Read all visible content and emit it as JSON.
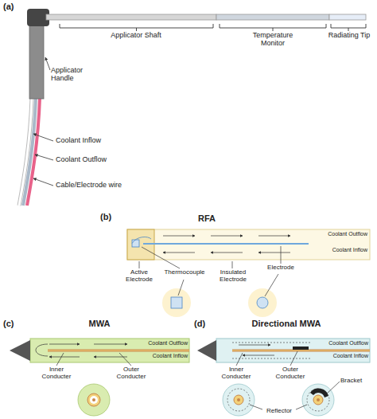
{
  "diagram": {
    "labels": [
      "(a)",
      "Applicator Handle",
      "Applicator Shaft",
      "Temperature Monitor",
      "Radiating Tip",
      "Coolant Inflow",
      "Coolant Outflow",
      "Cable/Electrode wire",
      "(b)",
      "RFA",
      "Coolant Outflow",
      "Coolant Inflow",
      "Active Electrode",
      "Thermocouple",
      "Insulated Electrode",
      "Electrode",
      "(c)",
      "MWA",
      "Coolant Outflow",
      "Coolant Inflow",
      "Inner Conducter",
      "Outer Conducter",
      "(d)",
      "Directional MWA",
      "Coolant Outflow",
      "Coolant Inflow",
      "Inner Conducter",
      "Outer Conducter",
      "Bracket",
      "Reflector"
    ]
  }
}
